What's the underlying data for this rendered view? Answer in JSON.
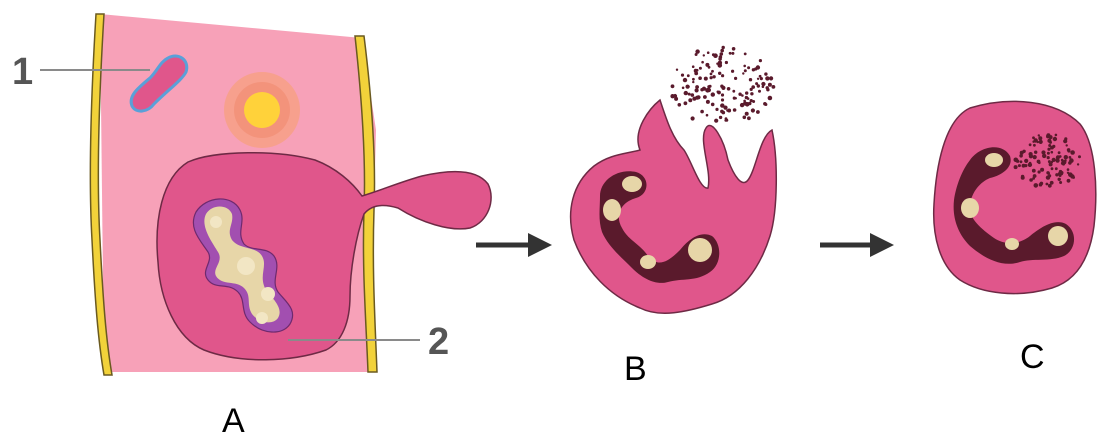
{
  "labels": {
    "marker_1": "1",
    "marker_2": "2",
    "panel_a": "A",
    "panel_b": "B",
    "panel_c": "C"
  },
  "colors": {
    "tissue_bg": "#f7a1b8",
    "vessel_wall": "#f2d23a",
    "vessel_wall_edge": "#6a5a20",
    "cell_body": "#e0568b",
    "cell_edge": "#6e2a45",
    "nucleus_dark": "#5a1a2c",
    "nucleus_lobe": "#e7d6a8",
    "nucleus_ring": "#8a3aa0",
    "small_cell_outline": "#5aa0d8",
    "platelet_center": "#ffd23a",
    "platelet_halo": "#f7a06a",
    "granule": "#5a1a2c",
    "arrow": "#333333",
    "leader_line": "#8a8a8a",
    "marker_text": "#555555"
  },
  "icons": {
    "arrow_1": "right-arrow-icon",
    "arrow_2": "right-arrow-icon"
  }
}
